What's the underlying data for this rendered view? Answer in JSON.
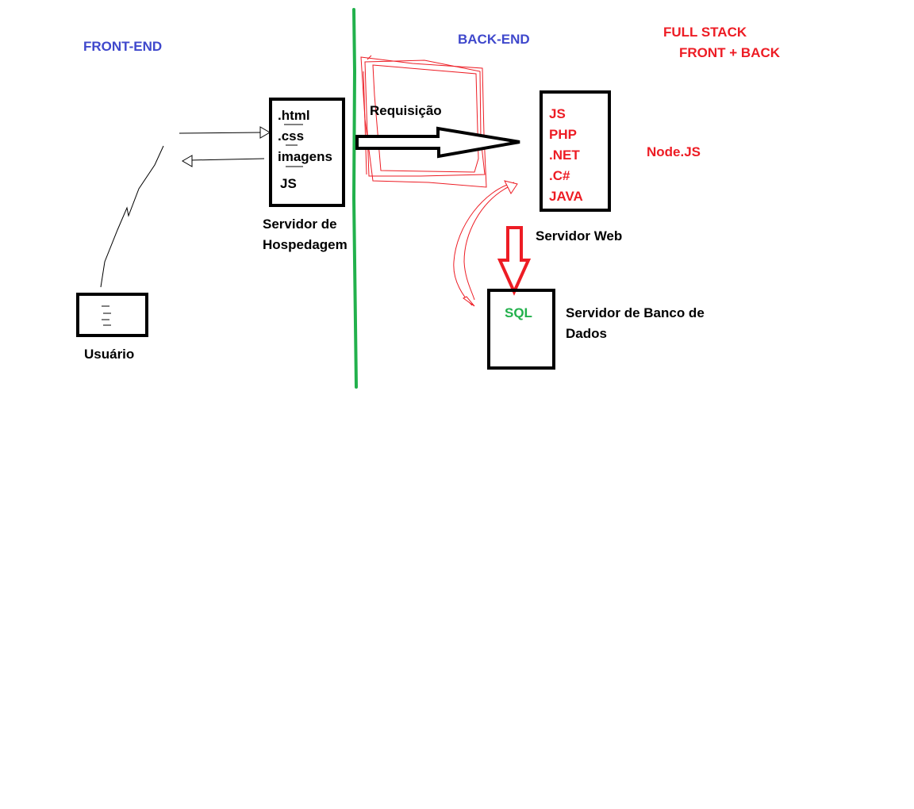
{
  "labels": {
    "front_end": "FRONT-END",
    "back_end": "BACK-END",
    "full_stack": "FULL STACK",
    "front_back": "FRONT + BACK",
    "requisicao": "Requisição",
    "nodejs": "Node.JS",
    "usuario": "Usuário",
    "hosting_server_line1": "Servidor de",
    "hosting_server_line2": "Hospedagem",
    "web_server": "Servidor Web",
    "db_server_line1": "Servidor de Banco de",
    "db_server_line2": "Dados",
    "sql": "SQL"
  },
  "hosting_files": [
    ".html",
    ".css",
    "imagens",
    "JS"
  ],
  "web_languages": [
    "JS",
    "PHP",
    ".NET",
    ".C#",
    "JAVA"
  ],
  "colors": {
    "front_back_labels": "#3f48cc",
    "highlight": "#ed1c24",
    "divider": "#22b14c",
    "outline": "#000000"
  }
}
